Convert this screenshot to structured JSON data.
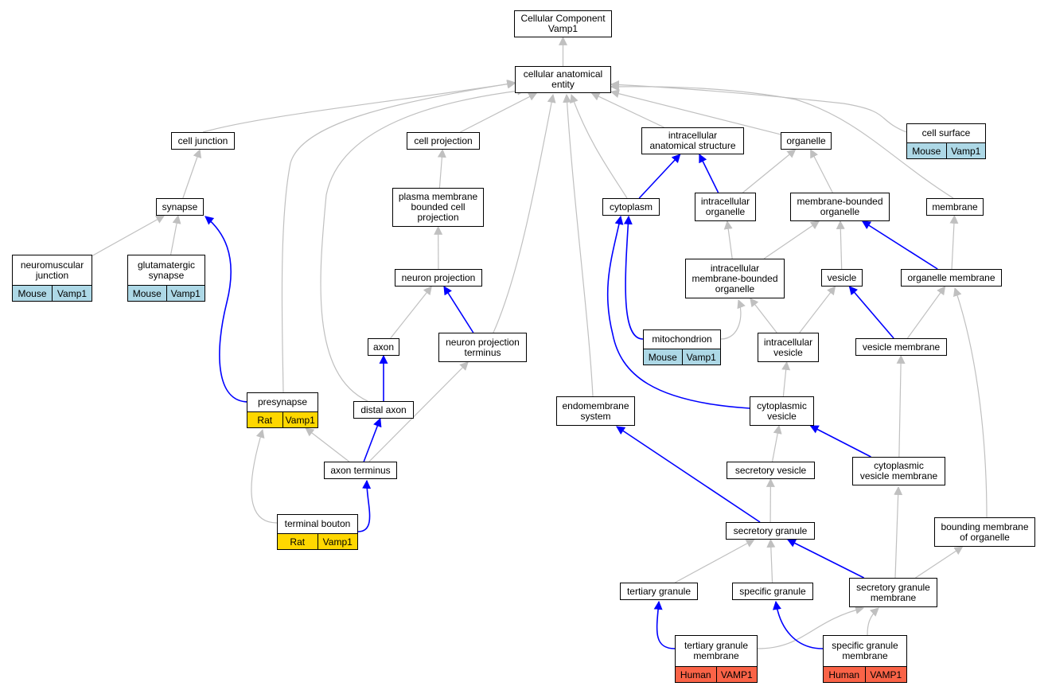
{
  "colors": {
    "gray_edge": "#c0c0c0",
    "blue_edge": "#0000ff",
    "Mouse": "#add8e6",
    "Rat": "#ffd700",
    "Human": "#fa6347"
  },
  "nodes": [
    {
      "id": "root",
      "lines": [
        "Cellular Component",
        "Vamp1"
      ]
    },
    {
      "id": "cae",
      "lines": [
        "cellular anatomical",
        "entity"
      ]
    },
    {
      "id": "cj",
      "lines": [
        "cell junction"
      ]
    },
    {
      "id": "cp",
      "lines": [
        "cell projection"
      ]
    },
    {
      "id": "ias",
      "lines": [
        "intracellular",
        "anatomical structure"
      ]
    },
    {
      "id": "org",
      "lines": [
        "organelle"
      ]
    },
    {
      "id": "cs",
      "lines": [
        "cell surface"
      ],
      "tag": {
        "species": "Mouse",
        "gene": "Vamp1"
      }
    },
    {
      "id": "syn",
      "lines": [
        "synapse"
      ]
    },
    {
      "id": "pmbcp",
      "lines": [
        "plasma membrane",
        "bounded cell",
        "projection"
      ]
    },
    {
      "id": "cyto",
      "lines": [
        "cytoplasm"
      ]
    },
    {
      "id": "io",
      "lines": [
        "intracellular",
        "organelle"
      ]
    },
    {
      "id": "mbo",
      "lines": [
        "membrane-bounded",
        "organelle"
      ]
    },
    {
      "id": "mem",
      "lines": [
        "membrane"
      ]
    },
    {
      "id": "nmj",
      "lines": [
        "neuromuscular",
        "junction"
      ],
      "tag": {
        "species": "Mouse",
        "gene": "Vamp1"
      }
    },
    {
      "id": "gs",
      "lines": [
        "glutamatergic",
        "synapse"
      ],
      "tag": {
        "species": "Mouse",
        "gene": "Vamp1"
      }
    },
    {
      "id": "np",
      "lines": [
        "neuron projection"
      ]
    },
    {
      "id": "imbo",
      "lines": [
        "intracellular",
        "membrane-bounded",
        "organelle"
      ]
    },
    {
      "id": "ves",
      "lines": [
        "vesicle"
      ]
    },
    {
      "id": "om",
      "lines": [
        "organelle membrane"
      ]
    },
    {
      "id": "axon",
      "lines": [
        "axon"
      ]
    },
    {
      "id": "npt",
      "lines": [
        "neuron projection",
        "terminus"
      ]
    },
    {
      "id": "mito",
      "lines": [
        "mitochondrion"
      ],
      "tag": {
        "species": "Mouse",
        "gene": "Vamp1"
      }
    },
    {
      "id": "iv",
      "lines": [
        "intracellular",
        "vesicle"
      ]
    },
    {
      "id": "vm",
      "lines": [
        "vesicle membrane"
      ]
    },
    {
      "id": "pre",
      "lines": [
        "presynapse"
      ],
      "tag": {
        "species": "Rat",
        "gene": "Vamp1"
      }
    },
    {
      "id": "da",
      "lines": [
        "distal axon"
      ]
    },
    {
      "id": "es",
      "lines": [
        "endomembrane",
        "system"
      ]
    },
    {
      "id": "cv",
      "lines": [
        "cytoplasmic",
        "vesicle"
      ]
    },
    {
      "id": "sv",
      "lines": [
        "secretory vesicle"
      ]
    },
    {
      "id": "cvm",
      "lines": [
        "cytoplasmic",
        "vesicle membrane"
      ]
    },
    {
      "id": "at",
      "lines": [
        "axon terminus"
      ]
    },
    {
      "id": "tb",
      "lines": [
        "terminal bouton"
      ],
      "tag": {
        "species": "Rat",
        "gene": "Vamp1"
      }
    },
    {
      "id": "sg",
      "lines": [
        "secretory granule"
      ]
    },
    {
      "id": "bmo",
      "lines": [
        "bounding membrane",
        "of organelle"
      ]
    },
    {
      "id": "tg",
      "lines": [
        "tertiary granule"
      ]
    },
    {
      "id": "spg",
      "lines": [
        "specific granule"
      ]
    },
    {
      "id": "sgm",
      "lines": [
        "secretory granule",
        "membrane"
      ]
    },
    {
      "id": "tgm",
      "lines": [
        "tertiary granule",
        "membrane"
      ],
      "tag": {
        "species": "Human",
        "gene": "VAMP1"
      }
    },
    {
      "id": "spgm",
      "lines": [
        "specific granule",
        "membrane"
      ],
      "tag": {
        "species": "Human",
        "gene": "VAMP1"
      }
    }
  ],
  "edges": [
    {
      "from": "cae",
      "to": "root",
      "type": "gray"
    },
    {
      "from": "cj",
      "to": "cae",
      "type": "gray"
    },
    {
      "from": "cp",
      "to": "cae",
      "type": "gray"
    },
    {
      "from": "ias",
      "to": "cae",
      "type": "gray"
    },
    {
      "from": "org",
      "to": "cae",
      "type": "gray"
    },
    {
      "from": "cs",
      "to": "cae",
      "type": "gray"
    },
    {
      "from": "mem",
      "to": "cae",
      "type": "gray"
    },
    {
      "from": "pre",
      "to": "cae",
      "type": "gray"
    },
    {
      "from": "da",
      "to": "cae",
      "type": "gray"
    },
    {
      "from": "npt",
      "to": "cae",
      "type": "gray"
    },
    {
      "from": "es",
      "to": "cae",
      "type": "gray"
    },
    {
      "from": "cyto",
      "to": "cae",
      "type": "gray"
    },
    {
      "from": "syn",
      "to": "cj",
      "type": "gray"
    },
    {
      "from": "nmj",
      "to": "syn",
      "type": "gray"
    },
    {
      "from": "gs",
      "to": "syn",
      "type": "gray"
    },
    {
      "from": "pre",
      "to": "syn",
      "type": "blue"
    },
    {
      "from": "pmbcp",
      "to": "cp",
      "type": "gray"
    },
    {
      "from": "np",
      "to": "pmbcp",
      "type": "gray"
    },
    {
      "from": "axon",
      "to": "np",
      "type": "gray"
    },
    {
      "from": "npt",
      "to": "np",
      "type": "blue"
    },
    {
      "from": "da",
      "to": "axon",
      "type": "blue"
    },
    {
      "from": "at",
      "to": "da",
      "type": "blue"
    },
    {
      "from": "at",
      "to": "npt",
      "type": "gray"
    },
    {
      "from": "at",
      "to": "pre",
      "type": "gray"
    },
    {
      "from": "tb",
      "to": "at",
      "type": "blue"
    },
    {
      "from": "tb",
      "to": "pre",
      "type": "gray"
    },
    {
      "from": "cyto",
      "to": "ias",
      "type": "blue"
    },
    {
      "from": "io",
      "to": "ias",
      "type": "blue"
    },
    {
      "from": "io",
      "to": "org",
      "type": "gray"
    },
    {
      "from": "mbo",
      "to": "org",
      "type": "gray"
    },
    {
      "from": "imbo",
      "to": "io",
      "type": "gray"
    },
    {
      "from": "imbo",
      "to": "mbo",
      "type": "gray"
    },
    {
      "from": "ves",
      "to": "mbo",
      "type": "gray"
    },
    {
      "from": "om",
      "to": "mbo",
      "type": "blue"
    },
    {
      "from": "om",
      "to": "mem",
      "type": "gray"
    },
    {
      "from": "mito",
      "to": "cyto",
      "type": "blue"
    },
    {
      "from": "mito",
      "to": "imbo",
      "type": "gray"
    },
    {
      "from": "iv",
      "to": "imbo",
      "type": "gray"
    },
    {
      "from": "iv",
      "to": "ves",
      "type": "gray"
    },
    {
      "from": "vm",
      "to": "ves",
      "type": "blue"
    },
    {
      "from": "vm",
      "to": "om",
      "type": "gray"
    },
    {
      "from": "cv",
      "to": "cyto",
      "type": "blue"
    },
    {
      "from": "cv",
      "to": "iv",
      "type": "gray"
    },
    {
      "from": "sv",
      "to": "cv",
      "type": "gray"
    },
    {
      "from": "cvm",
      "to": "cv",
      "type": "blue"
    },
    {
      "from": "cvm",
      "to": "vm",
      "type": "gray"
    },
    {
      "from": "sg",
      "to": "sv",
      "type": "gray"
    },
    {
      "from": "sg",
      "to": "es",
      "type": "blue"
    },
    {
      "from": "bmo",
      "to": "om",
      "type": "gray"
    },
    {
      "from": "tg",
      "to": "sg",
      "type": "gray"
    },
    {
      "from": "spg",
      "to": "sg",
      "type": "gray"
    },
    {
      "from": "sgm",
      "to": "sg",
      "type": "blue"
    },
    {
      "from": "sgm",
      "to": "cvm",
      "type": "gray"
    },
    {
      "from": "sgm",
      "to": "bmo",
      "type": "gray"
    },
    {
      "from": "tgm",
      "to": "tg",
      "type": "blue"
    },
    {
      "from": "tgm",
      "to": "sgm",
      "type": "gray"
    },
    {
      "from": "spgm",
      "to": "spg",
      "type": "blue"
    },
    {
      "from": "spgm",
      "to": "sgm",
      "type": "gray"
    }
  ]
}
